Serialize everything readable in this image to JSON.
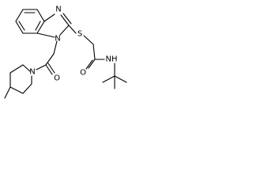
{
  "molecule": {
    "atoms": {
      "n_imidazole_top": "N",
      "n_imidazole_bottom": "N",
      "s_thioether": "S",
      "o_ketone": "O",
      "o_amide": "O",
      "n_piperidine": "N",
      "nh_amide": "NH"
    }
  },
  "colors": {
    "bond": "#000000",
    "label": "#000000",
    "background": "#ffffff"
  }
}
